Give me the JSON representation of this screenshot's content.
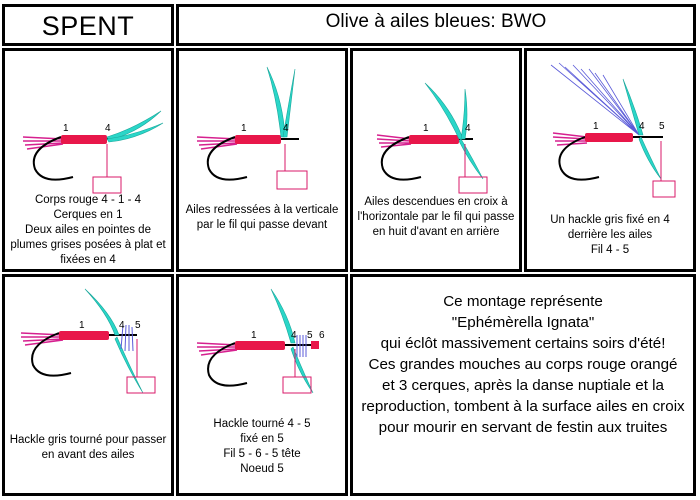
{
  "header": {
    "spent": "SPENT",
    "title": "Olive à ailes bleues: BWO"
  },
  "steps": [
    {
      "caption": "Corps rouge 4 - 1 - 4\nCerques en 1\nDeux ailes en pointes de plumes  grises posées à plat et fixées en 4",
      "markers": [
        "1",
        "4"
      ]
    },
    {
      "caption": "Ailes redressées à la verticale par le fil qui passe devant",
      "markers": [
        "1",
        "4"
      ]
    },
    {
      "caption": "Ailes descendues en croix à l'horizontale par le fil qui passe en huit  d'avant en arrière",
      "markers": [
        "1",
        "4"
      ]
    },
    {
      "caption": "Un hackle gris fixé en 4 derrière les ailes\nFil 4 - 5",
      "markers": [
        "1",
        "4",
        "5"
      ]
    },
    {
      "caption": "Hackle gris tourné pour passer en avant des ailes",
      "markers": [
        "1",
        "4",
        "5"
      ]
    },
    {
      "caption": "Hackle tourné 4 - 5\nfixé en 5\nFil 5 - 6 - 5 tête\nNoeud 5",
      "markers": [
        "1",
        "4",
        "5",
        "6"
      ]
    }
  ],
  "description": "Ce montage représente\n\"Ephémèrella Ignata\"\nqui éclôt massivement certains soirs d'été!\nCes grandes mouches au corps rouge orangé et 3 cerques,  après la danse nuptiale et la reproduction, tombent à la surface ailes en croix pour mourir en servant de festin aux truites",
  "colors": {
    "body": "#e8174a",
    "tail": "#d6208f",
    "wing": "#2ad6c8",
    "hackle": "#5a5ad8",
    "thread": "#d81a6a",
    "hook": "#000000"
  }
}
